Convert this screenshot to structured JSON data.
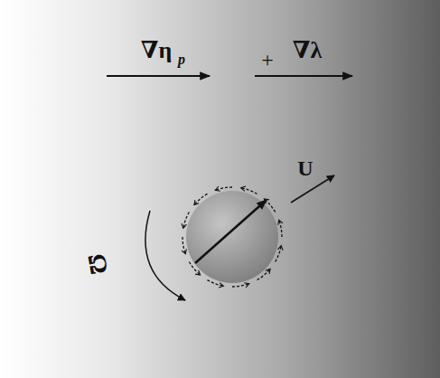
{
  "diagram": {
    "labels": [
      "∇η",
      "p",
      "+",
      "∇λ",
      "U",
      "Ω"
    ]
  }
}
